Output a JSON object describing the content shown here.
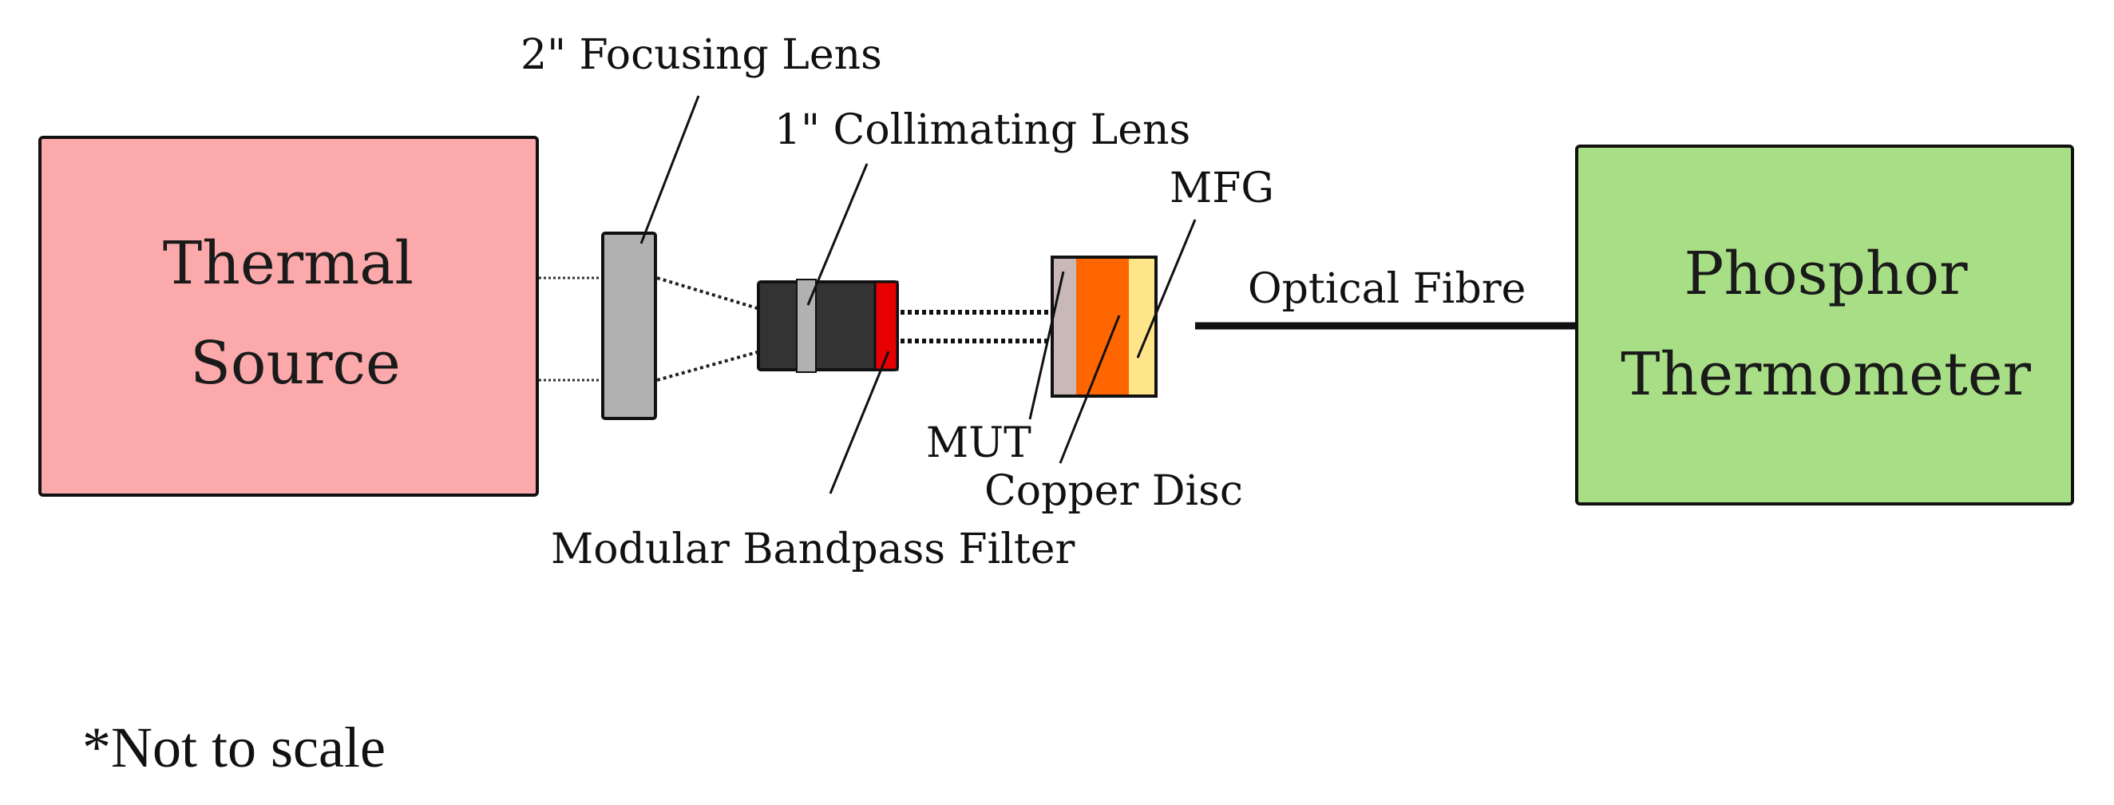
{
  "labels": {
    "thermal_source_line1": "Thermal",
    "thermal_source_line2": "Source",
    "phosphor_line1": "Phosphor",
    "phosphor_line2": "Thermometer",
    "focusing_lens": "2\" Focusing Lens",
    "collimating_lens": "1\" Collimating  Lens",
    "mfg": "MFG",
    "optical_fibre": "Optical Fibre",
    "mut": "MUT",
    "copper_disc": "Copper Disc",
    "bandpass_filter": "Modular Bandpass Filter",
    "note": "*Not to scale"
  },
  "colors": {
    "thermal_source": "#fba9ab",
    "phosphor_thermometer": "#a8df86",
    "focusing_lens": "#b1b1b1",
    "lens_tube": "#333333",
    "collimating_lens": "#b1b1b1",
    "bandpass_filter": "#e60000",
    "mut_layer": "#c9b8b8",
    "copper_disc": "#ff6600",
    "mfg_layer": "#ffe58a",
    "outline": "#111111"
  }
}
